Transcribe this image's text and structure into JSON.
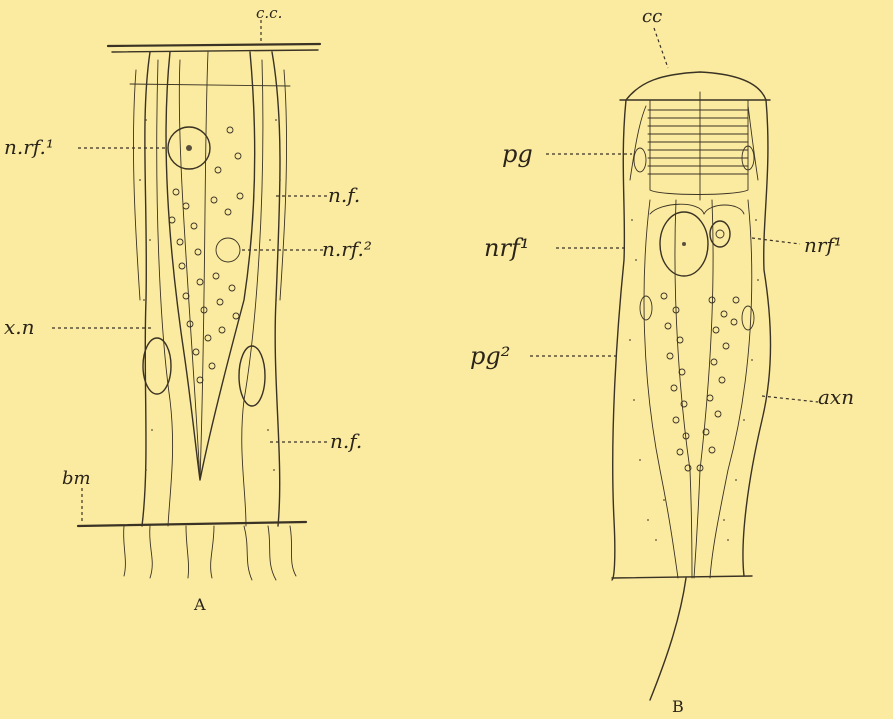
{
  "figure_A": {
    "caption": "A",
    "labels": {
      "cc": "c.c.",
      "nrf1": "n.rf.¹",
      "nf_upper": "n.f.",
      "nrf2": "n.rf.²",
      "xn": "x.n",
      "nf_lower": "n.f.",
      "bm": "bm"
    }
  },
  "figure_B": {
    "caption": "B",
    "labels": {
      "cc": "cc",
      "pg": "pg",
      "nrf1": "nrf¹",
      "nrf1_right": "nrf¹",
      "pg2": "pg²",
      "axn": "axn"
    }
  },
  "colors": {
    "paper": "#fbeba0",
    "ink": "#3a3224"
  }
}
